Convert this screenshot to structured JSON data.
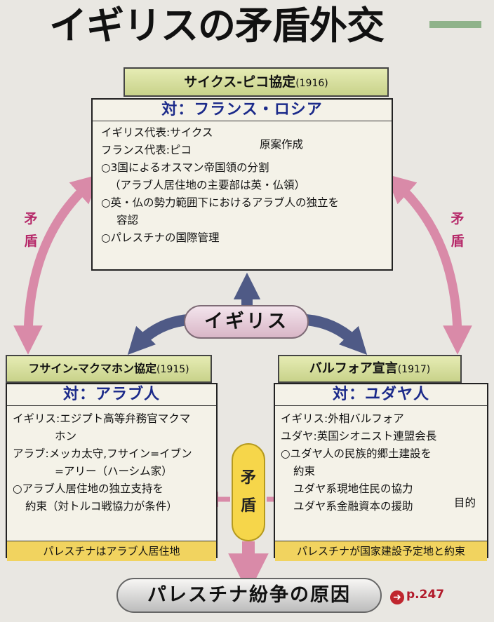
{
  "title": "イギリスの矛盾外交",
  "center_label": "イギリス",
  "contradiction": "矛盾",
  "contradiction_chars": [
    "矛",
    "盾"
  ],
  "sykes_picot": {
    "name": "サイクス-ピコ協定",
    "year": "(1916)",
    "target": "対：フランス・ロシア",
    "lines": [
      "イギリス代表:サイクス",
      "フランス代表:ピコ",
      "○3国によるオスマン帝国領の分割",
      "（アラブ人居住地の主要部は英・仏領）",
      "○英・仏の勢力範囲下におけるアラブ人の独立を",
      "容認",
      "○パレスチナの国際管理"
    ],
    "bracket_label": "原案作成"
  },
  "hussein_mcmahon": {
    "name": "フサイン-マクマホン協定",
    "year": "(1915)",
    "target": "対：アラブ人",
    "lines": [
      "イギリス:エジプト高等弁務官マクマ",
      "ホン",
      "アラブ:メッカ太守,フサイン=イブン",
      "=アリー（ハーシム家）",
      "○アラブ人居住地の独立支持を",
      "約束（対トルコ戦協力が条件）"
    ],
    "note": "パレスチナはアラブ人居住地"
  },
  "balfour": {
    "name": "バルフォア宣言",
    "year": "(1917)",
    "target": "対：ユダヤ人",
    "lines": [
      "イギリス:外相バルフォア",
      "ユダヤ:英国シオニスト連盟会長",
      "○ユダヤ人の民族的郷土建設を",
      "約束",
      "ユダヤ系現地住民の協力",
      "ユダヤ系金融資本の援助"
    ],
    "bracket_label": "目的",
    "note": "パレスチナが国家建設予定地と約束"
  },
  "result": "パレスチナ紛争の原因",
  "page_ref": "p.247",
  "colors": {
    "arrow_pink": "#d98aa8",
    "arrow_blue": "#4f5a86",
    "header_green": "#c8d28a",
    "note_yellow": "#f1d35f",
    "contradiction_yellow": "#f6d64a",
    "title_bar_green": "#8fb38a",
    "page_ref_red": "#b21c2c"
  }
}
